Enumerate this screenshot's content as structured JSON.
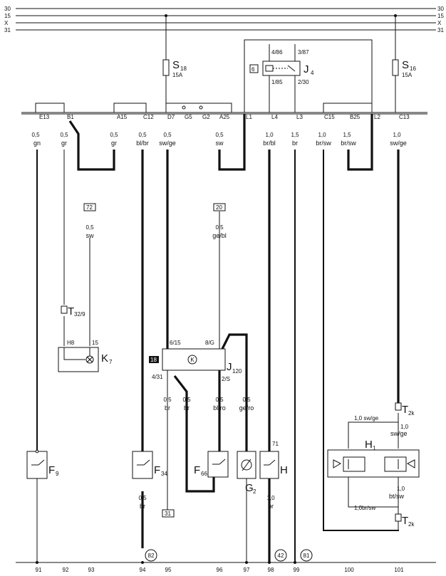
{
  "bus": {
    "left": [
      "30",
      "15",
      "X",
      "31"
    ],
    "right": [
      "30",
      "15",
      "X",
      "31"
    ]
  },
  "fuses": {
    "s18": {
      "name": "S",
      "sub": "18",
      "rating": "15A"
    },
    "s16": {
      "name": "S",
      "sub": "16",
      "rating": "15A"
    }
  },
  "relay": {
    "name": "J",
    "sub": "4",
    "slot": "6",
    "pin_top_left": "4/86",
    "pin_top_right": "3/87",
    "pin_bot_left": "1/85",
    "pin_bot_right": "2/30"
  },
  "connector_pins": [
    "E13",
    "B1",
    "A15",
    "C12",
    "D7",
    "G5",
    "G2",
    "A25",
    "L1",
    "L4",
    "L3",
    "C15",
    "B25",
    "L2",
    "C13"
  ],
  "wires": [
    {
      "size": "0,5",
      "color": "gn"
    },
    {
      "size": "0,5",
      "color": "gr"
    },
    {
      "size": "0,5",
      "color": "gr"
    },
    {
      "size": "0,5",
      "color": "bl/br"
    },
    {
      "size": "0,5",
      "color": "sw/ge"
    },
    {
      "size": "0,5",
      "color": "sw"
    },
    {
      "size": "1,0",
      "color": "br/bl"
    },
    {
      "size": "1,5",
      "color": "br"
    },
    {
      "size": "1,0",
      "color": "br/sw"
    },
    {
      "size": "1,5",
      "color": "br/sw"
    },
    {
      "size": "1,0",
      "color": "sw/ge"
    }
  ],
  "refs": {
    "r72": "72",
    "r20": "20",
    "r18": "18",
    "r31": "31"
  },
  "mid_wires": {
    "k7_wire": {
      "size": "0,5",
      "color": "sw"
    },
    "j120_wire": {
      "size": "0,5",
      "color": "ge/bl"
    }
  },
  "t32": {
    "name": "T",
    "sub": "32/9"
  },
  "k7": {
    "name": "K",
    "sub": "7",
    "pin_left": "H8",
    "pin_right": "15"
  },
  "j120": {
    "name": "J",
    "sub": "120",
    "symbol": "K",
    "pin_top_left": "6/15",
    "pin_top_right": "8/G",
    "pin_bot_left": "4/31",
    "pin_bot_right": "2/S"
  },
  "lower_wires": [
    {
      "size": "0,5",
      "color": "br"
    },
    {
      "size": "0,5",
      "color": "br"
    },
    {
      "size": "0,5",
      "color": "bl/ro"
    },
    {
      "size": "0,5",
      "color": "ge/ro"
    }
  ],
  "components": {
    "f9": {
      "name": "F",
      "sub": "9"
    },
    "f34": {
      "name": "F",
      "sub": "34"
    },
    "f66": {
      "name": "F",
      "sub": "66"
    },
    "g2": {
      "name": "G",
      "sub": "2"
    },
    "h": {
      "name": "H",
      "pin": "71"
    },
    "h1": {
      "name": "H",
      "sub": "1"
    }
  },
  "t2k_top": {
    "name": "T",
    "sub": "2k"
  },
  "t2k_bot": {
    "name": "T",
    "sub": "2k"
  },
  "h1_wires": {
    "top_left": "1,0 sw/ge",
    "top_right_size": "1,0",
    "top_right_color": "sw/ge",
    "bot_right_size": "1,0",
    "bot_right_color": "bt/sw",
    "bot_left": "1,0br/sw"
  },
  "bottom_wires": {
    "f34_size": "0,5",
    "f34_color": "br",
    "h_size": "1,0",
    "h_color": "br"
  },
  "ground_refs": {
    "g82": "82",
    "g42": "42",
    "g81": "81"
  },
  "columns": [
    "91",
    "92",
    "93",
    "94",
    "95",
    "96",
    "97",
    "98",
    "99",
    "100",
    "101"
  ]
}
